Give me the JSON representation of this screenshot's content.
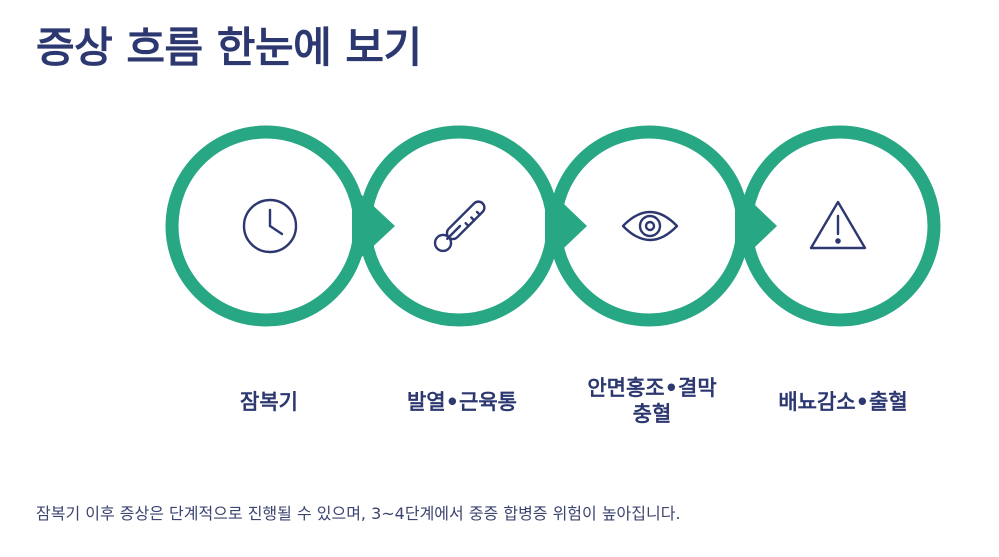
{
  "page": {
    "title": "증상 흐름 한눈에 보기",
    "footnote": "잠복기 이후 증상은 단계적으로 진행될 수 있으며, 3~4단계에서 중증 합병증 위험이 높아집니다."
  },
  "colors": {
    "ring": "#27a783",
    "icon_stroke": "#2d3870",
    "text": "#2d3870"
  },
  "steps": [
    {
      "icon": "clock-icon",
      "label_line1": "잠복기",
      "label_line2": ""
    },
    {
      "icon": "thermometer-icon",
      "label_line1": "발열•근육통",
      "label_line2": ""
    },
    {
      "icon": "eye-icon",
      "label_line1": "안면홍조•결막",
      "label_line2": "충혈"
    },
    {
      "icon": "warning-icon",
      "label_line1": "배뇨감소•출혈",
      "label_line2": ""
    }
  ]
}
